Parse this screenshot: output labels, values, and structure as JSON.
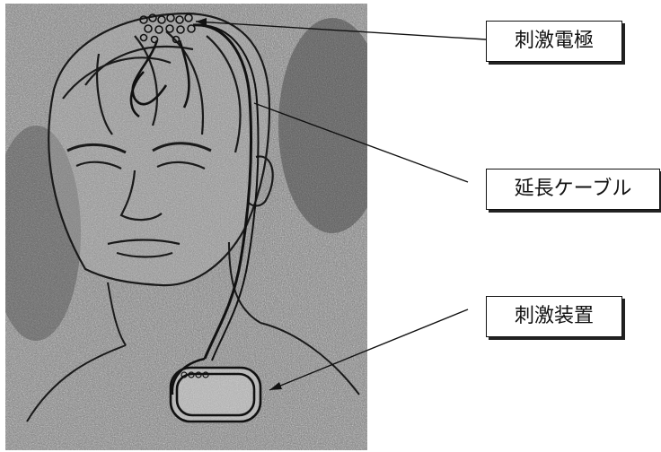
{
  "labels": {
    "electrode": "刺激電極",
    "cable": "延長ケーブル",
    "device": "刺激装置"
  },
  "colors": {
    "ink": "#111111",
    "paper": "#ffffff",
    "photo_mid": "#8a8a8a"
  }
}
